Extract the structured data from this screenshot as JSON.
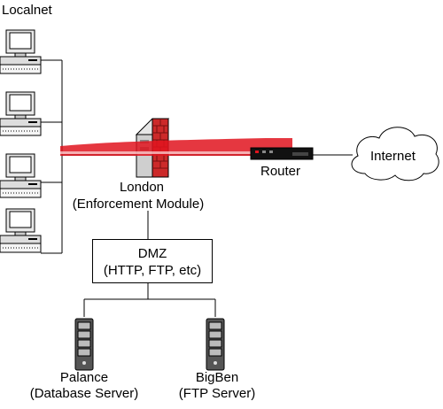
{
  "nodes": {
    "localnet": {
      "label": "Localnet"
    },
    "london": {
      "line1": "London",
      "line2": "(Enforcement Module)"
    },
    "router": {
      "label": "Router"
    },
    "internet": {
      "label": "Internet"
    },
    "dmz": {
      "line1": "DMZ",
      "line2": "(HTTP, FTP, etc)"
    },
    "palance": {
      "line1": "Palance",
      "line2": "(Database Server)"
    },
    "bigben": {
      "line1": "BigBen",
      "line2": "(FTP Server)"
    }
  },
  "colors": {
    "line": "#000000",
    "firewall_brick": "#cc2a2a",
    "watermark": "#e0141e",
    "router_body": "#111111",
    "server_body": "#555555"
  }
}
